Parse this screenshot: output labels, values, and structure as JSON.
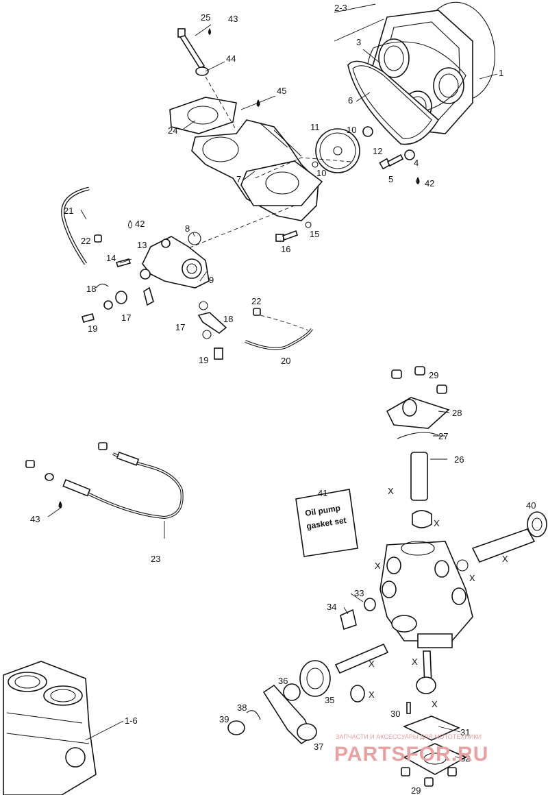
{
  "callouts": [
    {
      "id": "c1",
      "text": "1"
    },
    {
      "id": "c2_3",
      "text": "2-3"
    },
    {
      "id": "c3",
      "text": "3"
    },
    {
      "id": "c4",
      "text": "4"
    },
    {
      "id": "c5",
      "text": "5"
    },
    {
      "id": "c6",
      "text": "6"
    },
    {
      "id": "c7",
      "text": "7"
    },
    {
      "id": "c8",
      "text": "8"
    },
    {
      "id": "c9",
      "text": "9"
    },
    {
      "id": "c10a",
      "text": "10"
    },
    {
      "id": "c10b",
      "text": "10"
    },
    {
      "id": "c11",
      "text": "11"
    },
    {
      "id": "c12",
      "text": "12"
    },
    {
      "id": "c13",
      "text": "13"
    },
    {
      "id": "c14",
      "text": "14"
    },
    {
      "id": "c15",
      "text": "15"
    },
    {
      "id": "c16",
      "text": "16"
    },
    {
      "id": "c17a",
      "text": "17"
    },
    {
      "id": "c17b",
      "text": "17"
    },
    {
      "id": "c18a",
      "text": "18"
    },
    {
      "id": "c18b",
      "text": "18"
    },
    {
      "id": "c19a",
      "text": "19"
    },
    {
      "id": "c19b",
      "text": "19"
    },
    {
      "id": "c20",
      "text": "20"
    },
    {
      "id": "c21",
      "text": "21"
    },
    {
      "id": "c22a",
      "text": "22"
    },
    {
      "id": "c22b",
      "text": "22"
    },
    {
      "id": "c23",
      "text": "23"
    },
    {
      "id": "c24",
      "text": "24"
    },
    {
      "id": "c25",
      "text": "25"
    },
    {
      "id": "c26",
      "text": "26"
    },
    {
      "id": "c27",
      "text": "27"
    },
    {
      "id": "c28",
      "text": "28"
    },
    {
      "id": "c29a",
      "text": "29"
    },
    {
      "id": "c29b",
      "text": "29"
    },
    {
      "id": "c30",
      "text": "30"
    },
    {
      "id": "c31",
      "text": "31"
    },
    {
      "id": "c32",
      "text": "32"
    },
    {
      "id": "c33",
      "text": "33"
    },
    {
      "id": "c34",
      "text": "34"
    },
    {
      "id": "c35",
      "text": "35"
    },
    {
      "id": "c36",
      "text": "36"
    },
    {
      "id": "c37",
      "text": "37"
    },
    {
      "id": "c38",
      "text": "38"
    },
    {
      "id": "c39",
      "text": "39"
    },
    {
      "id": "c40",
      "text": "40"
    },
    {
      "id": "c42a",
      "text": "42"
    },
    {
      "id": "c42b",
      "text": "42"
    },
    {
      "id": "c43a",
      "text": "43"
    },
    {
      "id": "c43b",
      "text": "43"
    },
    {
      "id": "c44",
      "text": "44"
    },
    {
      "id": "c45",
      "text": "45"
    },
    {
      "id": "c41",
      "text": "41"
    },
    {
      "id": "c1_6",
      "text": "1-6"
    }
  ],
  "x_markers": [
    "X",
    "X",
    "X",
    "X",
    "X",
    "X",
    "X",
    "X",
    "X"
  ],
  "gasket_card": {
    "line1": "Oil pump",
    "line2": "gasket set"
  },
  "watermark": {
    "tagline": "ЗАПЧАСТИ И АКСЕССУАРЫ ДЛЯ МОТОТЕХНИКИ",
    "brand": "PARTSFOR.RU",
    "color": "#e8a0a0"
  },
  "icons": [
    "sealant-drop-icon"
  ]
}
